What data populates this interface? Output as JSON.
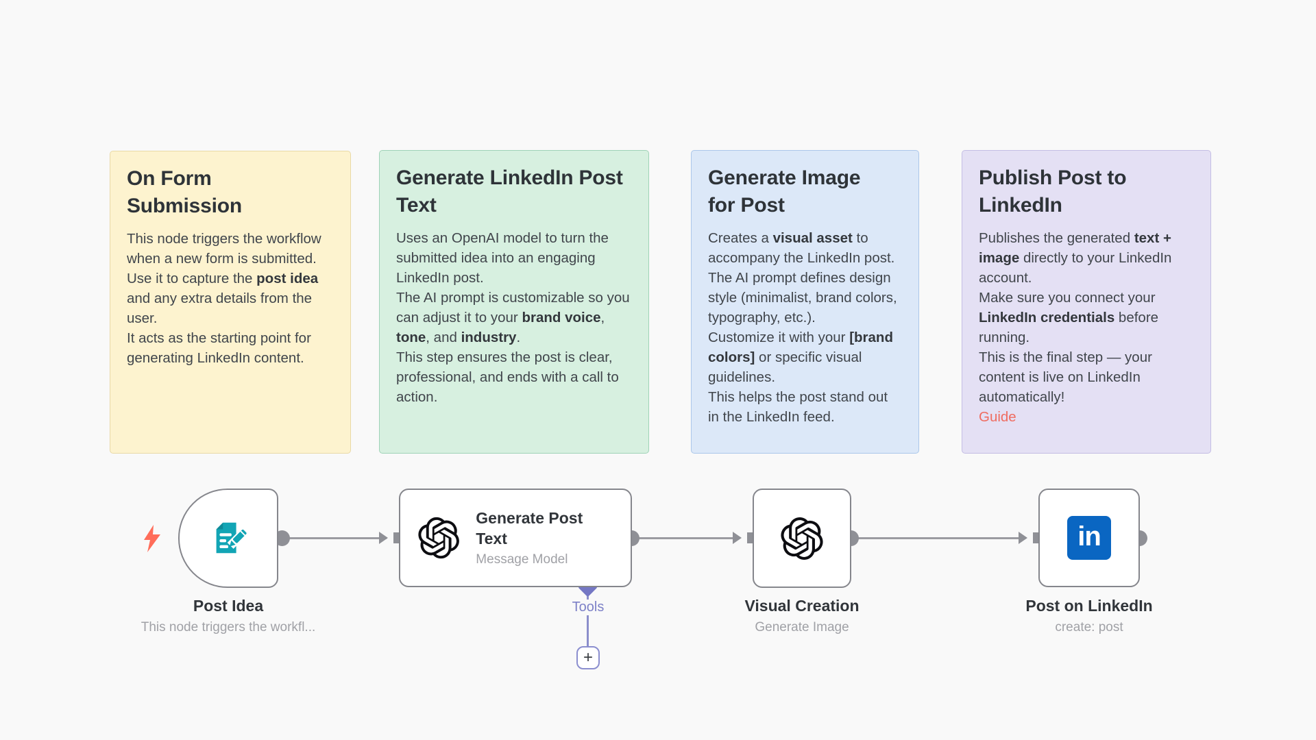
{
  "canvas": {
    "background": "#f9f9f9"
  },
  "colors": {
    "note_yellow_bg": "#fdf3cf",
    "note_yellow_border": "#e9d9a6",
    "note_green_bg": "#d7f0e0",
    "note_green_border": "#9fd3b7",
    "note_blue_bg": "#dce8f8",
    "note_blue_border": "#abc7ea",
    "note_purple_bg": "#e4e0f4",
    "note_purple_border": "#c4bde4",
    "guide_link": "#ef6c60",
    "node_border": "#85868c",
    "connector_gray": "#8f9096",
    "tools_accent": "#7477c4",
    "form_icon_teal": "#12a5b5",
    "linkedin_blue": "#0a66c2",
    "bolt_coral": "#ff6d5a"
  },
  "notes": [
    {
      "title": "On Form Submission",
      "paragraphs": [
        [
          {
            "t": "This node triggers the workflow when a new form is submitted."
          }
        ],
        [
          {
            "t": "Use it to capture the "
          },
          {
            "t": "post idea",
            "b": true
          },
          {
            "t": " and any extra details from the user."
          }
        ],
        [
          {
            "t": "It acts as the starting point for generating LinkedIn content."
          }
        ]
      ]
    },
    {
      "title": "Generate LinkedIn Post Text",
      "paragraphs": [
        [
          {
            "t": "Uses an OpenAI model to turn the submitted idea into an engaging LinkedIn post."
          }
        ],
        [
          {
            "t": "The AI prompt is customizable so you can adjust it to your "
          },
          {
            "t": "brand voice",
            "b": true
          },
          {
            "t": ", "
          },
          {
            "t": "tone",
            "b": true
          },
          {
            "t": ", and "
          },
          {
            "t": "industry",
            "b": true
          },
          {
            "t": "."
          }
        ],
        [
          {
            "t": "This step ensures the post is clear, professional, and ends with a call to action."
          }
        ]
      ]
    },
    {
      "title": "Generate Image for Post",
      "paragraphs": [
        [
          {
            "t": "Creates a "
          },
          {
            "t": "visual asset",
            "b": true
          },
          {
            "t": " to accompany the LinkedIn post."
          }
        ],
        [
          {
            "t": "The AI prompt defines design style (minimalist, brand colors, typography, etc.)."
          }
        ],
        [
          {
            "t": "Customize it with your "
          },
          {
            "t": "[brand colors]",
            "b": true
          },
          {
            "t": " or specific visual guidelines."
          }
        ],
        [
          {
            "t": "This helps the post stand out in the LinkedIn feed."
          }
        ]
      ]
    },
    {
      "title": "Publish Post to LinkedIn",
      "paragraphs": [
        [
          {
            "t": "Publishes the generated "
          },
          {
            "t": "text + image",
            "b": true
          },
          {
            "t": " directly to your LinkedIn account."
          }
        ],
        [
          {
            "t": "Make sure you connect your "
          },
          {
            "t": "LinkedIn credentials",
            "b": true
          },
          {
            "t": " before running."
          }
        ],
        [
          {
            "t": "This is the final step — your content is live on LinkedIn automatically!"
          }
        ]
      ],
      "link_label": "Guide"
    }
  ],
  "nodes": {
    "form_trigger": {
      "label": "Post Idea",
      "subtitle": "This node triggers the workfl...",
      "icon": "form-document-pencil-icon"
    },
    "text_model": {
      "title": "Generate Post Text",
      "subtitle": "Message Model",
      "icon": "openai-icon",
      "tools_connector_label": "Tools",
      "add_tool_glyph": "+"
    },
    "image_model": {
      "label": "Visual Creation",
      "subtitle": "Generate Image",
      "icon": "openai-icon"
    },
    "linkedin": {
      "label": "Post on LinkedIn",
      "subtitle": "create: post",
      "icon": "linkedin-icon",
      "glyph": "in"
    }
  }
}
